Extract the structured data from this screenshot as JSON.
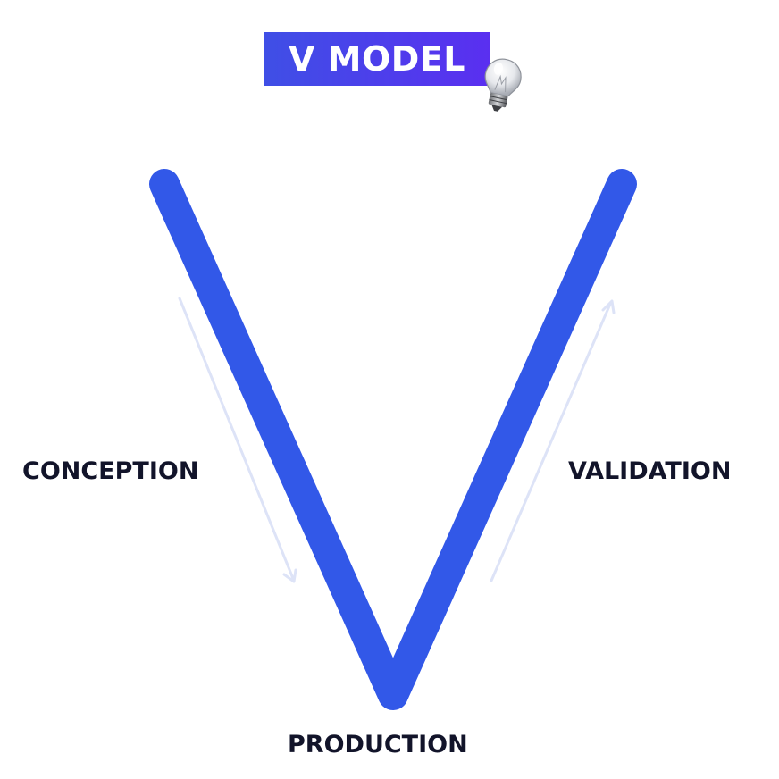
{
  "title": "V MODEL",
  "icons": {
    "title_decoration": "lightbulb-icon"
  },
  "colors": {
    "title_background_start": "#3f4fe6",
    "title_background_end": "#5a2ff0",
    "v_shape": "#3258e8",
    "arrows": "#dde3f7",
    "label_text": "#12142a"
  },
  "labels": {
    "left": "CONCEPTION",
    "right": "VALIDATION",
    "bottom": "PRODUCTION"
  }
}
